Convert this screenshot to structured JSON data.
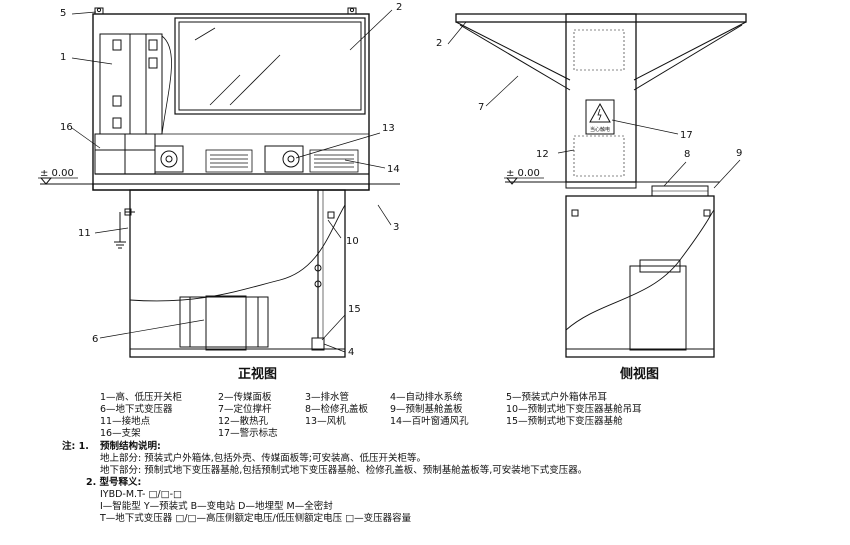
{
  "views": {
    "front_caption": "正视图",
    "side_caption": "侧视图"
  },
  "labels": {
    "front_level": "± 0.00",
    "side_level": "± 0.00",
    "f1": "1",
    "f2": "2",
    "f3": "3",
    "f4": "4",
    "f5": "5",
    "f6": "6",
    "f10": "10",
    "f11": "11",
    "f13": "13",
    "f14": "14",
    "f15": "15",
    "f16": "16",
    "s2": "2",
    "s7": "7",
    "s8": "8",
    "s9": "9",
    "s12": "12",
    "s17": "17"
  },
  "legend": [
    [
      "1—高、低压开关柜",
      "2—传媒面板",
      "3—排水管",
      "4—自动排水系统",
      "5—预装式户外箱体吊耳"
    ],
    [
      "6—地下式变压器",
      "7—定位撑杆",
      "8—检修孔盖板",
      "9—预制基舱盖板",
      "10—预制式地下变压器基舱吊耳"
    ],
    [
      "11—接地点",
      "12—散热孔",
      "13—风机",
      "14—百叶窗通风孔",
      "15—预制式地下变压器基舱"
    ],
    [
      "16—支架",
      "17—警示标志",
      "",
      "",
      ""
    ]
  ],
  "notes": {
    "title": "注: 1.",
    "n1_head": "预制结构说明:",
    "n1_line1": "地上部分: 预装式户外箱体,包括外壳、传媒面板等;可安装高、低压开关柜等。",
    "n1_line2": "地下部分: 预制式地下变压器基舱,包括预制式地下变压器基舱、检修孔盖板、预制基舱盖板等,可安装地下式变压器。",
    "n2_head": "2. 型号释义:",
    "n2_model": "IYBD-M.T- □/□-□",
    "n2_line1": "I—智能型   Y—预装式   B—变电站   D—地埋型   M—全密封",
    "n2_line2": "T—地下式变压器  □/□—高压侧额定电压/低压侧额定电压  □—变压器容量"
  },
  "warning_sign_text": "当心触电"
}
